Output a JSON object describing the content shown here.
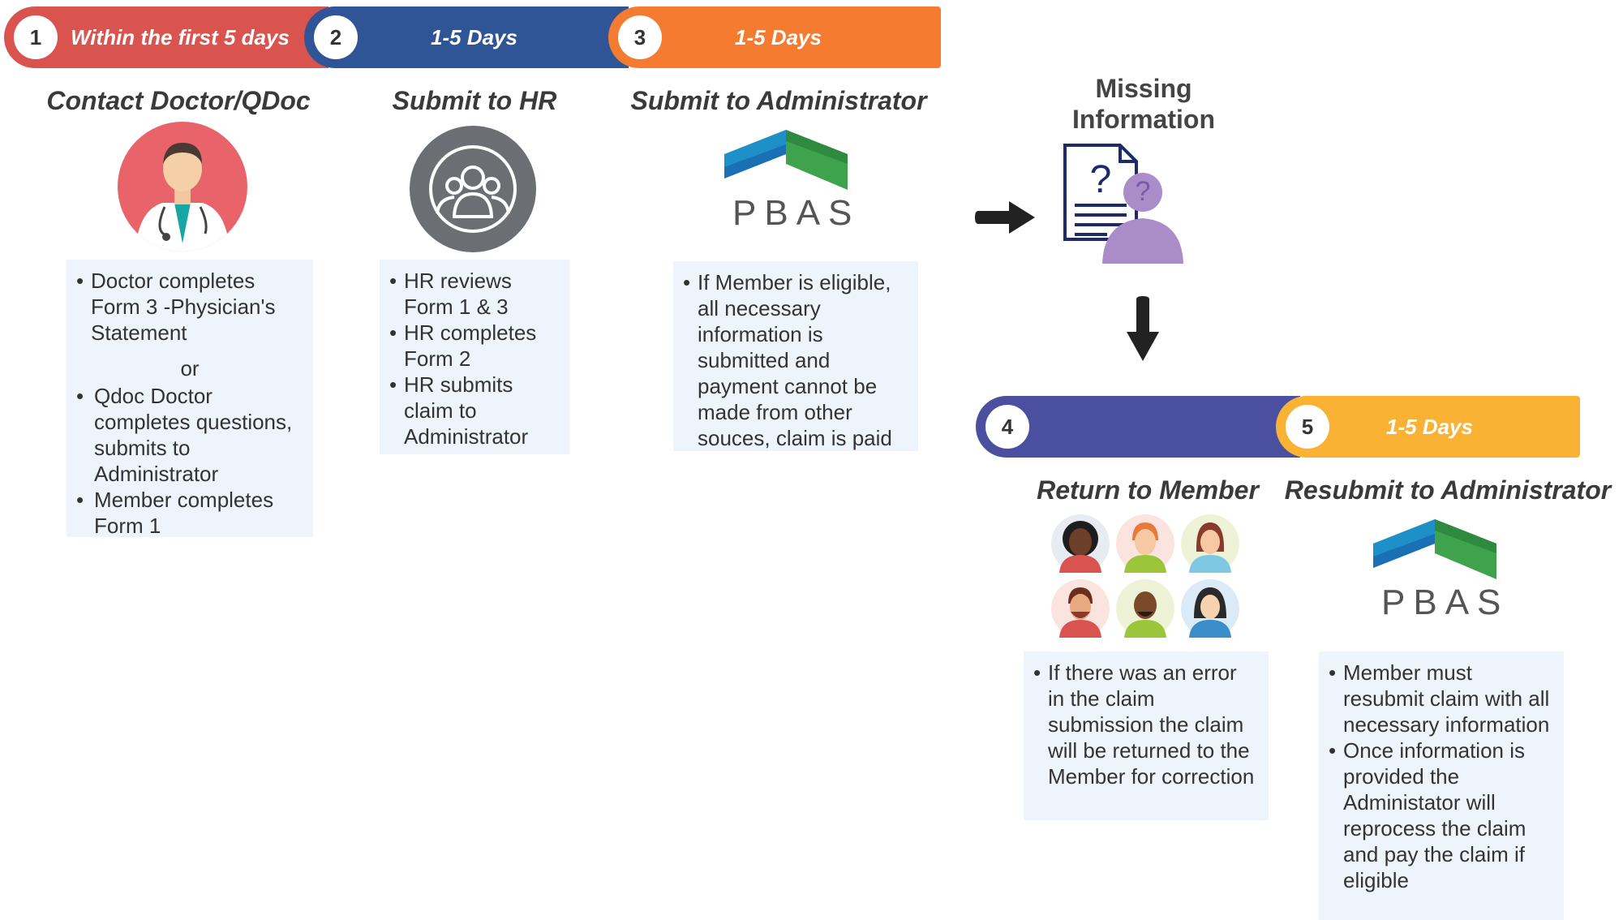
{
  "steps": [
    {
      "number": "1",
      "duration": "Within the first 5 days",
      "title": "Contact Doctor/QDoc",
      "color": "#d9534f"
    },
    {
      "number": "2",
      "duration": "1-5 Days",
      "title": "Submit to HR",
      "color": "#2f5597"
    },
    {
      "number": "3",
      "duration": "1-5 Days",
      "title": "Submit to Administrator",
      "color": "#f47b30"
    },
    {
      "number": "4",
      "duration": "",
      "title": "Return to Member",
      "color": "#4a4fa0"
    },
    {
      "number": "5",
      "duration": "1-5 Days",
      "title": "Resubmit to Administrator",
      "color": "#f9b233"
    }
  ],
  "missing": {
    "line1": "Missing",
    "line2": "Information"
  },
  "logo_text": "PBAS",
  "box1": {
    "item1": "Doctor completes Form 3 -Physician's Statement",
    "or": "or",
    "item2": "Qdoc Doctor completes questions, submits to Administrator",
    "item3": "Member completes Form 1"
  },
  "box2": {
    "item1": "HR reviews Form 1 & 3",
    "item2": "HR completes Form 2",
    "item3": "HR submits claim to Administrator"
  },
  "box3": {
    "item1": "If Member is eligible, all necessary information is submitted and payment cannot be made from other souces, claim is paid"
  },
  "box4": {
    "item1": "If there was an error in the claim submission the claim will be returned to the Member for correction"
  },
  "box5": {
    "item1": "Member must resubmit claim with all necessary information",
    "item2": "Once information is provided the Administator will reprocess the claim and pay the claim if eligible"
  }
}
